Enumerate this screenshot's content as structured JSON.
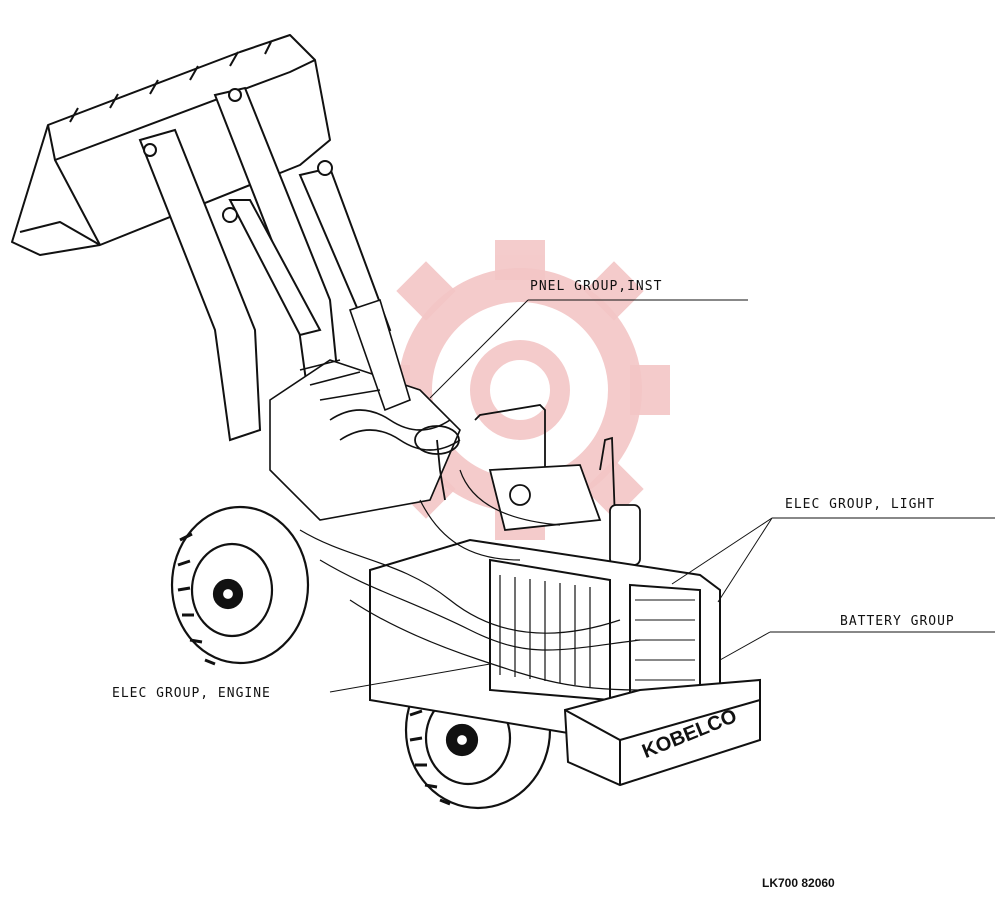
{
  "callouts": {
    "panel_group": "PNEL GROUP,INST",
    "elec_light": "ELEC GROUP, LIGHT",
    "battery_group": "BATTERY GROUP",
    "elec_engine": "ELEC GROUP, ENGINE"
  },
  "machine": {
    "brand_mark": "KOBELCO"
  },
  "figure_number": "LK700 82060",
  "colors": {
    "ink": "#111111",
    "watermark": "#f3c6c6"
  }
}
